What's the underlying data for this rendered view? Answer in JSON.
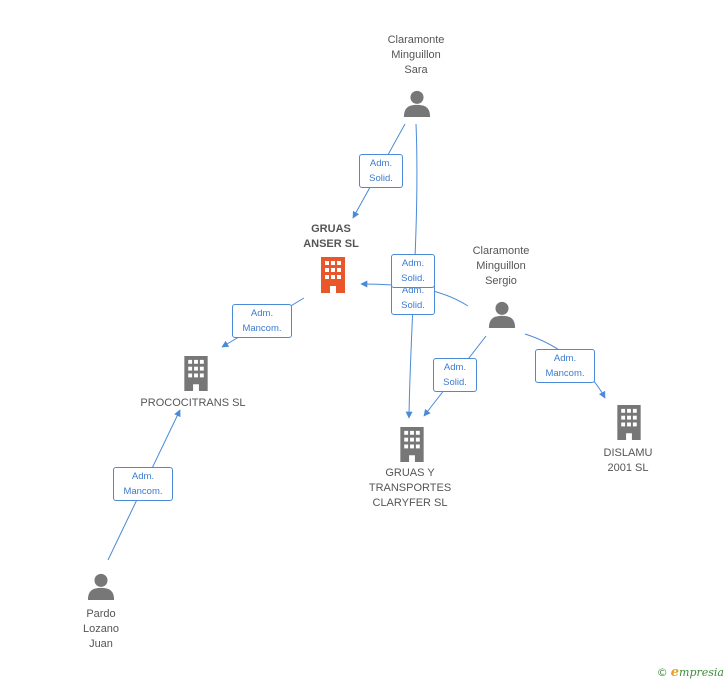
{
  "colors": {
    "edge": "#4a8ad8",
    "edge_text": "#3b7bd0",
    "node_gray": "#777777",
    "node_focus": "#e8562a"
  },
  "nodes": {
    "sara": {
      "type": "person-icon",
      "label": [
        "Claramonte",
        "Minguillon",
        "Sara"
      ]
    },
    "sergio": {
      "type": "person-icon",
      "label": [
        "Claramonte",
        "Minguillon",
        "Sergio"
      ]
    },
    "pardo": {
      "type": "person-icon",
      "label": [
        "Pardo",
        "Lozano",
        "Juan"
      ]
    },
    "gruas_anser": {
      "type": "building-icon",
      "label": [
        "GRUAS",
        "ANSER SL"
      ],
      "focus": true
    },
    "procotrans": {
      "type": "building-icon",
      "label": [
        "PROCOCITRANS SL"
      ]
    },
    "claryfer": {
      "type": "building-icon",
      "label": [
        "GRUAS Y",
        "TRANSPORTES",
        "CLARYFER  SL"
      ]
    },
    "dislamu": {
      "type": "building-icon",
      "label": [
        "DISLAMU",
        "2001 SL"
      ]
    }
  },
  "edges": [
    {
      "from": "sara",
      "to": "gruas_anser",
      "label": [
        "Adm.",
        "Solid."
      ]
    },
    {
      "from": "sara",
      "to": "claryfer",
      "label": [
        "Adm.",
        "Solid."
      ]
    },
    {
      "from": "sergio",
      "to": "gruas_anser",
      "label": [
        "Adm.",
        "Solid."
      ]
    },
    {
      "from": "sergio",
      "to": "claryfer",
      "label": [
        "Adm.",
        "Solid."
      ]
    },
    {
      "from": "sergio",
      "to": "dislamu",
      "label": [
        "Adm.",
        "Mancom."
      ]
    },
    {
      "from": "gruas_anser",
      "to": "procotrans",
      "label": [
        "Adm.",
        "Mancom."
      ]
    },
    {
      "from": "pardo",
      "to": "procotrans",
      "label": [
        "Adm.",
        "Mancom."
      ]
    }
  ],
  "brand": {
    "copyright": "©",
    "name_initial": "e",
    "name_rest": "mpresia"
  }
}
